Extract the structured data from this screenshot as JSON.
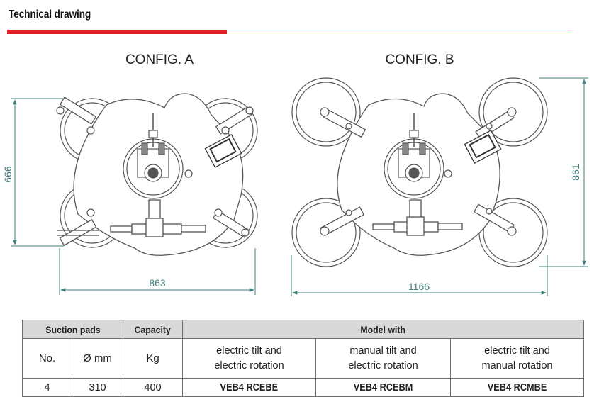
{
  "header": {
    "title": "Technical drawing",
    "accent_color": "#e41f2a"
  },
  "drawing": {
    "config_a": {
      "label": "CONFIG. A",
      "width_dim": "863",
      "height_dim": "666"
    },
    "config_b": {
      "label": "CONFIG. B",
      "width_dim": "1166",
      "height_dim": "861"
    },
    "line_color": "#555555",
    "dim_color": "#3f7f7a"
  },
  "table": {
    "group_headers": {
      "suction_pads": "Suction pads",
      "capacity": "Capacity",
      "model_with": "Model with"
    },
    "sub_headers": {
      "no": "No.",
      "diameter": "Ø mm",
      "kg": "Kg",
      "model_1": [
        "electric tilt and",
        "electric rotation"
      ],
      "model_2": [
        "manual tilt and",
        "electric rotation"
      ],
      "model_3": [
        "electric tilt and",
        "manual rotation"
      ]
    },
    "values": {
      "no": "4",
      "diameter": "310",
      "capacity": "400",
      "model_1": "VEB4 RCEBE",
      "model_2": "VEB4 RCEBM",
      "model_3": "VEB4 RCMBE"
    }
  }
}
